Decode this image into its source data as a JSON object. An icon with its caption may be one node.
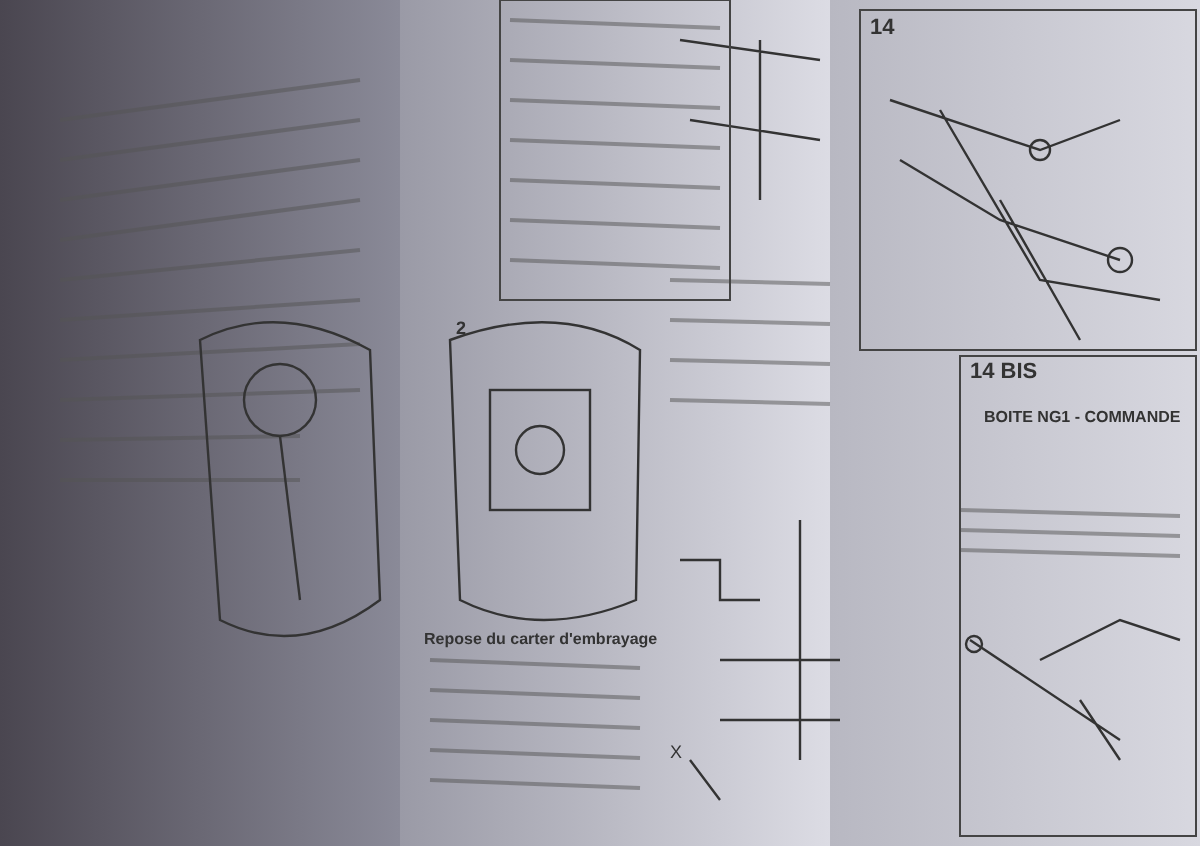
{
  "diagram": {
    "labels": [
      "14",
      "14 BIS",
      "BOITE NG1 - COMMANDE",
      "Repose du carter d'embrayage",
      "2",
      "X"
    ]
  }
}
